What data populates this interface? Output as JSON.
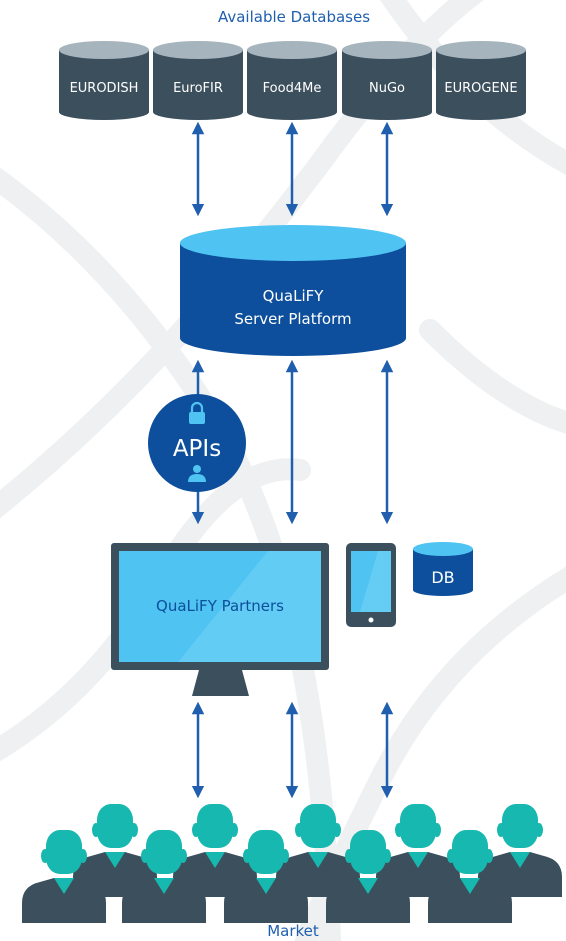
{
  "header": {
    "title": "Available Databases"
  },
  "databases": [
    {
      "label": "EURODISH"
    },
    {
      "label": "EuroFIR"
    },
    {
      "label": "Food4Me"
    },
    {
      "label": "NuGo"
    },
    {
      "label": "EUROGENE"
    }
  ],
  "server": {
    "line1": "QuaLiFY",
    "line2": "Server Platform"
  },
  "apis": {
    "label": "APIs",
    "icons": [
      "lock-icon",
      "user-icon"
    ]
  },
  "partners": {
    "label": "QuaLiFY Partners"
  },
  "device": {
    "db_label": "DB",
    "icon": "tablet-icon"
  },
  "footer": {
    "label": "Market"
  },
  "colors": {
    "dark_cylinder": "#3c4f5c",
    "cylinder_top": "#a6b4bd",
    "navy": "#0d4f9c",
    "light_blue": "#4fc3f1",
    "teal": "#17b8b0",
    "arrow": "#1f5fae",
    "title_text": "#1f5fae",
    "background_lines": "#eef0f1"
  }
}
